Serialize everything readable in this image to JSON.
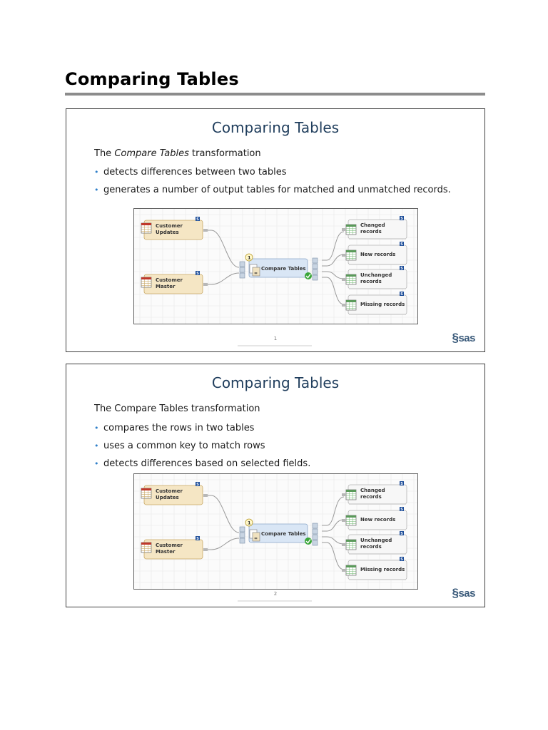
{
  "page": {
    "heading": "Comparing Tables"
  },
  "slides": [
    {
      "title": "Comparing Tables",
      "intro_prefix": "The ",
      "intro_em": "Compare Tables",
      "intro_suffix": " transformation",
      "bullets": [
        "detects differences between two tables",
        "generates a number of output tables for matched and unmatched records."
      ],
      "page_number": "1",
      "logo": "sas"
    },
    {
      "title": "Comparing Tables",
      "intro_prefix": "The Compare Tables transformation",
      "intro_em": "",
      "intro_suffix": "",
      "bullets": [
        "compares the rows in two tables",
        "uses a common key to match rows",
        "detects differences based on selected fields."
      ],
      "page_number": "2",
      "logo": "sas"
    }
  ],
  "diagram": {
    "inputs": [
      {
        "line1": "Customer",
        "line2": "Updates"
      },
      {
        "line1": "Customer",
        "line2": "Master"
      }
    ],
    "transform": {
      "label": "Compare Tables",
      "step": "1"
    },
    "outputs": [
      {
        "line1": "Changed",
        "line2": "records"
      },
      {
        "line1": "New records",
        "line2": ""
      },
      {
        "line1": "Unchanged",
        "line2": "records"
      },
      {
        "line1": "Missing records",
        "line2": ""
      }
    ],
    "colors": {
      "input_fill": "#f5e6c4",
      "input_border": "#c9a865",
      "transform_fill": "#d9e6f5",
      "transform_border": "#8aa6c9",
      "output_fill": "#f7f7f7",
      "output_border": "#b5b5b5",
      "grid": "#e8e8e8",
      "connector": "#9a9a9a",
      "badge": "#1f4f9a",
      "check": "#3aa63a"
    },
    "icons": {
      "input": "sas-table-icon",
      "transform": "compare-tables-icon",
      "output": "data-grid-icon",
      "status": "checkmark-icon",
      "badge": "sas-badge-icon"
    }
  }
}
